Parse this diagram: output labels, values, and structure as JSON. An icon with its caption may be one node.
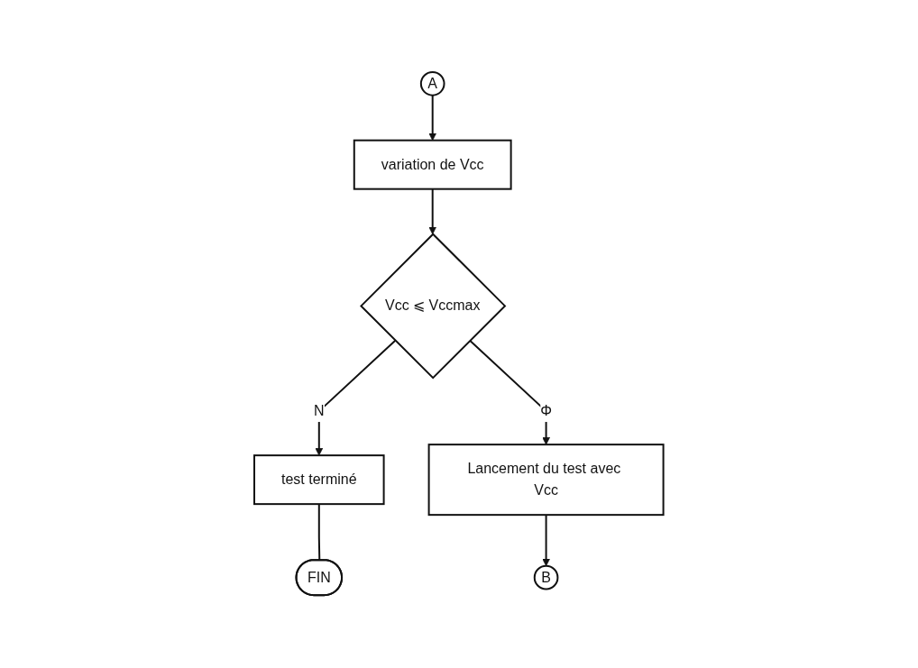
{
  "diagram": {
    "nodes": [
      {
        "text": [
          "A"
        ]
      },
      {
        "text": [
          "variation de Vcc"
        ]
      },
      {
        "text": [
          "Vcc ⩽ Vccmax"
        ]
      },
      {
        "text": [
          "test terminé"
        ]
      },
      {
        "text": [
          "Lancement du test avec Vcc"
        ]
      },
      {
        "text": [
          "FIN"
        ]
      },
      {
        "text": [
          "B"
        ]
      }
    ],
    "edges": [
      {
        "from": 0,
        "to": 1,
        "arrow": "to"
      },
      {
        "from": 1,
        "to": 2,
        "arrow": "to"
      },
      {
        "from": 2,
        "to": 3,
        "arrow": "to",
        "label": "N"
      },
      {
        "from": 2,
        "to": 4,
        "arrow": "to",
        "label": "Φ"
      },
      {
        "from": 3,
        "to": 5,
        "arrow": "none"
      },
      {
        "from": 4,
        "to": 6,
        "arrow": "to"
      }
    ]
  }
}
